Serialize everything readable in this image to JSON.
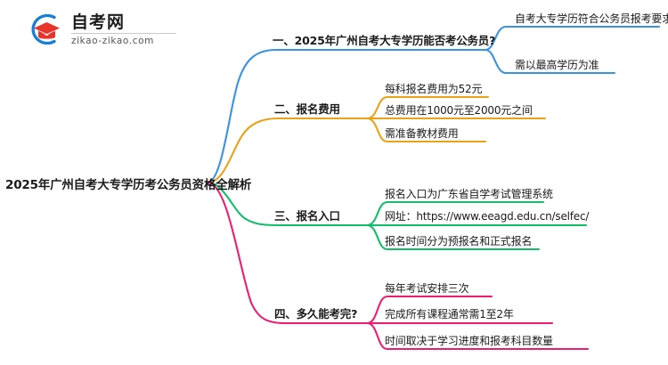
{
  "logo": {
    "name_cn": "自考网",
    "name_en": "zikao-zikao.com",
    "mark_icon": "graduation-cap-icon",
    "arc_color": "#1a7fd4",
    "cap_color": "#e8342a"
  },
  "mindmap": {
    "root": {
      "label": "2025年广州自考大专学历考公务员资格全解析"
    },
    "branches": [
      {
        "label": "一、2025年广州自考大专学历能否考公务员?",
        "color": "#3a93e0",
        "children": [
          {
            "label": "自考大专学历符合公务员报考要求"
          },
          {
            "label": "需以最高学历为准"
          }
        ]
      },
      {
        "label": "二、报名费用",
        "color": "#e8a317",
        "children": [
          {
            "label": "每科报名费用为52元"
          },
          {
            "label": "总费用在1000元至2000元之间"
          },
          {
            "label": "需准备教材费用"
          }
        ]
      },
      {
        "label": "三、报名入口",
        "color": "#13bd6a",
        "children": [
          {
            "label": "报名入口为广东省自学考试管理系统"
          },
          {
            "label": "网址：https://www.eeagd.edu.cn/selfec/"
          },
          {
            "label": "报名时间分为预报名和正式报名"
          }
        ]
      },
      {
        "label": "四、多久能考完?",
        "color": "#ef1d72",
        "children": [
          {
            "label": "每年考试安排三次"
          },
          {
            "label": "完成所有课程通常需1至2年"
          },
          {
            "label": "时间取决于学习进度和报考科目数量"
          }
        ]
      }
    ]
  }
}
